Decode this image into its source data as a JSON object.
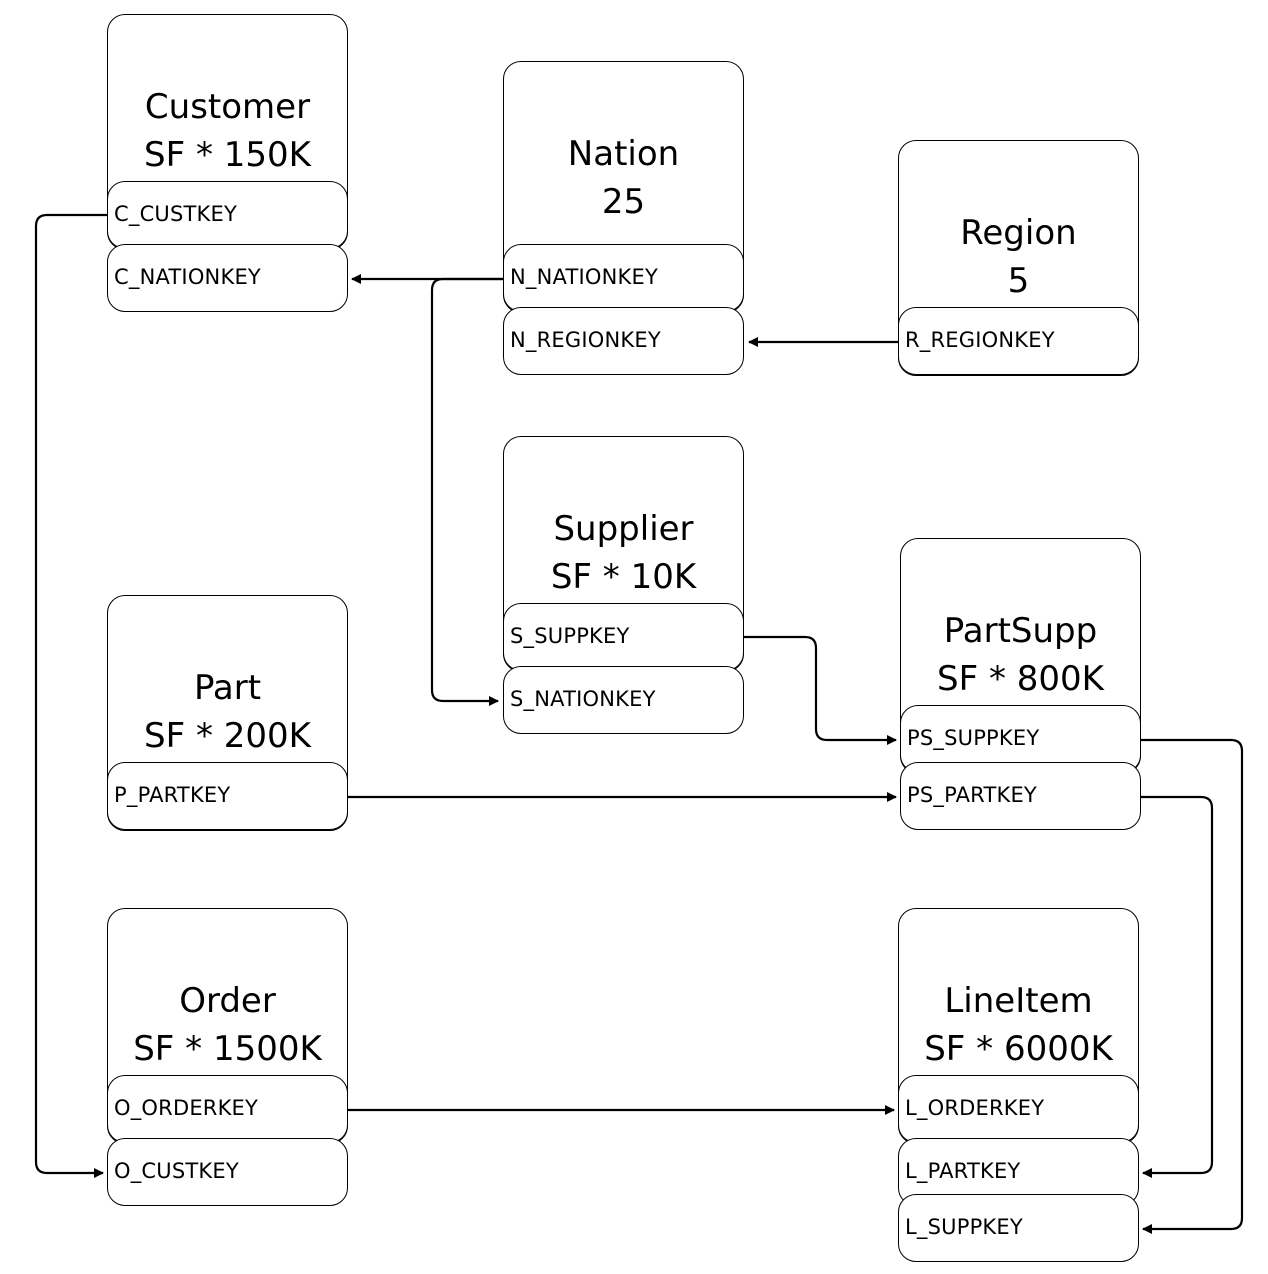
{
  "entities": {
    "customer": {
      "name": "Customer",
      "size": "SF * 150K",
      "fields": [
        "C_CUSTKEY",
        "C_NATIONKEY"
      ]
    },
    "nation": {
      "name": "Nation",
      "size": "25",
      "fields": [
        "N_NATIONKEY",
        "N_REGIONKEY"
      ]
    },
    "region": {
      "name": "Region",
      "size": "5",
      "fields": [
        "R_REGIONKEY"
      ]
    },
    "supplier": {
      "name": "Supplier",
      "size": "SF * 10K",
      "fields": [
        "S_SUPPKEY",
        "S_NATIONKEY"
      ]
    },
    "partsupp": {
      "name": "PartSupp",
      "size": "SF * 800K",
      "fields": [
        "PS_SUPPKEY",
        "PS_PARTKEY"
      ]
    },
    "part": {
      "name": "Part",
      "size": "SF * 200K",
      "fields": [
        "P_PARTKEY"
      ]
    },
    "order": {
      "name": "Order",
      "size": "SF * 1500K",
      "fields": [
        "O_ORDERKEY",
        "O_CUSTKEY"
      ]
    },
    "lineitem": {
      "name": "LineItem",
      "size": "SF * 6000K",
      "fields": [
        "L_ORDERKEY",
        "L_PARTKEY",
        "L_SUPPKEY"
      ]
    }
  },
  "relations": [
    {
      "from": "N_NATIONKEY",
      "to": "C_NATIONKEY"
    },
    {
      "from": "R_REGIONKEY",
      "to": "N_REGIONKEY"
    },
    {
      "from": "N_NATIONKEY",
      "to": "S_NATIONKEY"
    },
    {
      "from": "S_SUPPKEY",
      "to": "PS_SUPPKEY"
    },
    {
      "from": "P_PARTKEY",
      "to": "PS_PARTKEY"
    },
    {
      "from": "C_CUSTKEY",
      "to": "O_CUSTKEY"
    },
    {
      "from": "O_ORDERKEY",
      "to": "L_ORDERKEY"
    },
    {
      "from": "PS_PARTKEY",
      "to": "L_PARTKEY"
    },
    {
      "from": "PS_SUPPKEY",
      "to": "L_SUPPKEY"
    }
  ],
  "colors": {
    "line": "#000000",
    "fill": "#ffffff"
  }
}
